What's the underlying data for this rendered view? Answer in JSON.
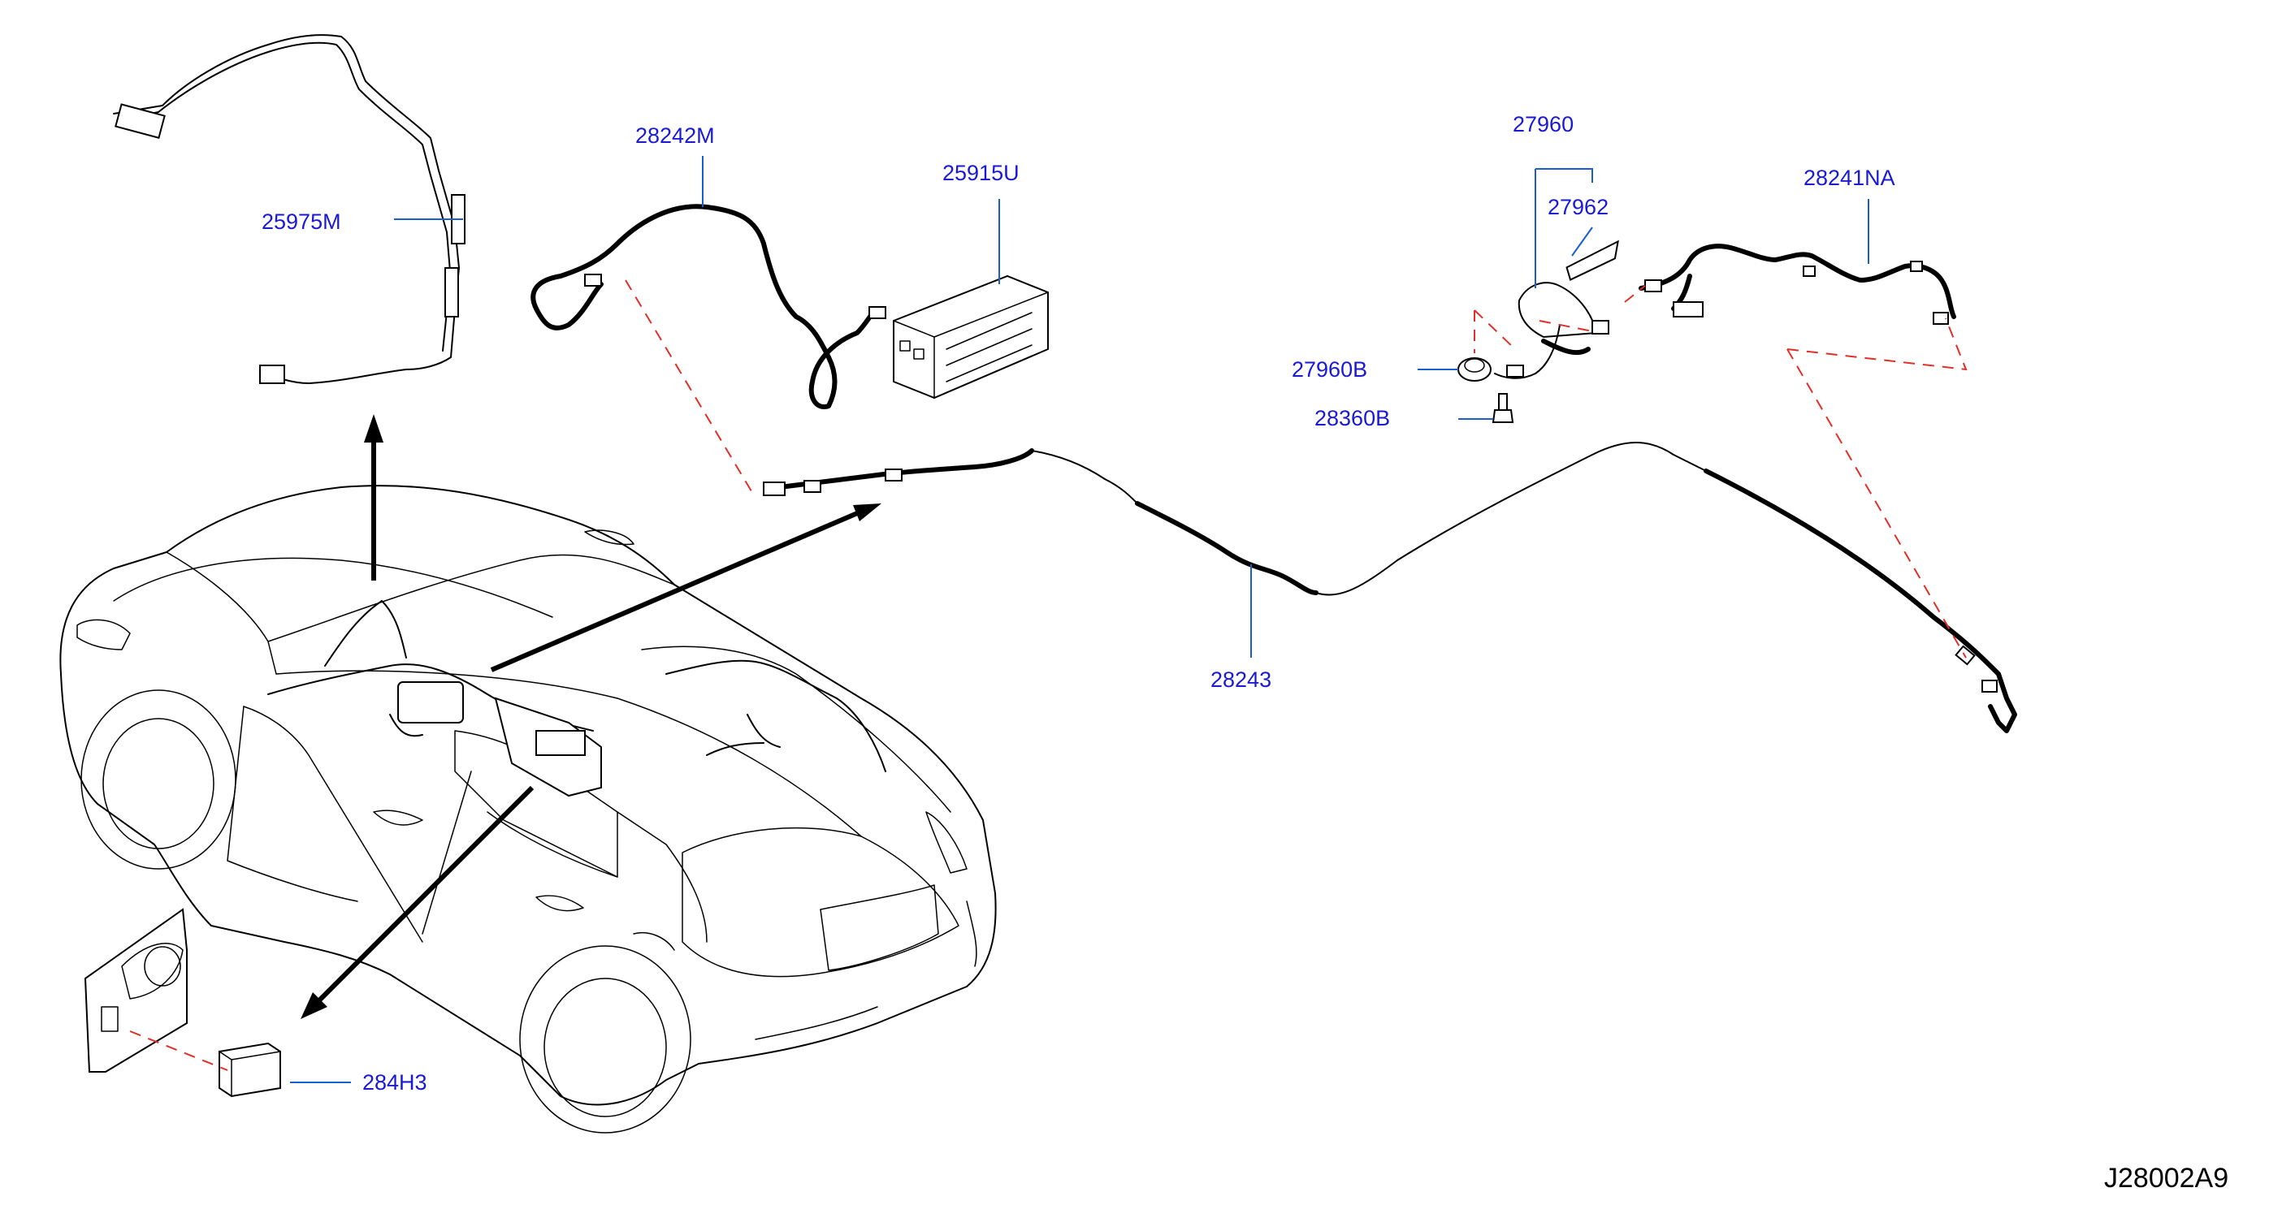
{
  "diagram": {
    "parts": [
      {
        "id": "25975M"
      },
      {
        "id": "28242M"
      },
      {
        "id": "25915U"
      },
      {
        "id": "27960"
      },
      {
        "id": "27962"
      },
      {
        "id": "28241NA"
      },
      {
        "id": "27960B"
      },
      {
        "id": "28360B"
      },
      {
        "id": "28243"
      },
      {
        "id": "284H3"
      }
    ],
    "figure_code": "J28002A9",
    "colors": {
      "label": "#1a1ad6",
      "leader": "#1a5fd0",
      "dashed_connector": "#e0302a",
      "line_art": "#000000"
    }
  }
}
